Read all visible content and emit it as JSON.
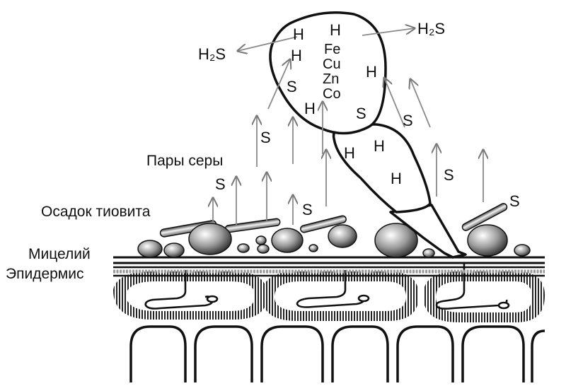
{
  "labels": {
    "sulfur_vapor": "Пары серы",
    "thiovit_deposit": "Осадок тиовита",
    "mycelium": "Мицелий",
    "epidermis": "Эпидермис"
  },
  "elements": {
    "h2s_left": "H₂S",
    "h2s_right": "H₂S",
    "metals": [
      "Fe",
      "Cu",
      "Zn",
      "Co"
    ],
    "hydrogen": "H",
    "sulfur": "S"
  },
  "colors": {
    "ink": "#111111",
    "arrow": "#8a8a8a",
    "mycelium_dots": "#9a9a9a",
    "background": "#ffffff"
  }
}
